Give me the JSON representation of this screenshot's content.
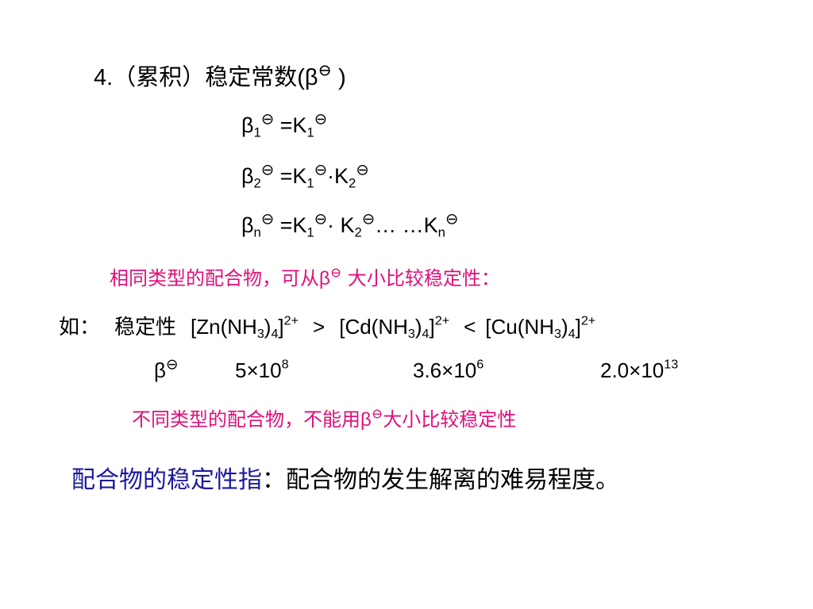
{
  "title": {
    "number": "4.",
    "cn": "（累积）稳定常数",
    "symbol_open": "(β",
    "std": "⊖",
    "symbol_close": " )"
  },
  "equations": {
    "eq1": {
      "lhs": "β",
      "lhs_sub": "1",
      "std": "⊖",
      "eq": " =K",
      "k1_sub": "1",
      "k1_std": "⊖"
    },
    "eq2": {
      "lhs": "β",
      "lhs_sub": "2",
      "std": "⊖",
      "eq": " =K",
      "k1_sub": "1",
      "k1_std": "⊖",
      "dot": "·K",
      "k2_sub": "2",
      "k2_std": "⊖"
    },
    "eq3": {
      "lhs": "β",
      "lhs_sub": "n",
      "std": "⊖",
      "eq": " =K",
      "k1_sub": "1",
      "k1_std": "⊖",
      "dot": "· K",
      "k2_sub": "2",
      "k2_std": "⊖",
      "dots": "… …K",
      "kn_sub": "n",
      "kn_std": "⊖"
    }
  },
  "note_same_type": {
    "prefix": "相同类型的配合物，可从",
    "beta": "β",
    "std": "⊖",
    "suffix": " 大小比较稳定性："
  },
  "example": {
    "prefix": "如：",
    "label": "稳定性",
    "zn": {
      "open": "[Zn(NH",
      "sub": "3",
      "close": ")",
      "sub2": "4",
      "bracket": "]",
      "charge": "2+"
    },
    "gt": ">",
    "cd": {
      "open": "[Cd(NH",
      "sub": "3",
      "close": ")",
      "sub2": "4",
      "bracket": "]",
      "charge": "2+"
    },
    "lt": "<",
    "cu": {
      "open": "[Cu(NH",
      "sub": "3",
      "close": ")",
      "sub2": "4",
      "bracket": "]",
      "charge": "2+"
    }
  },
  "beta_values": {
    "label": "β",
    "std": "⊖",
    "zn": {
      "mantissa": "5×10",
      "exp": "8"
    },
    "cd": {
      "mantissa": "3.6×10",
      "exp": "6"
    },
    "cu": {
      "mantissa": "2.0×10",
      "exp": "13"
    }
  },
  "note_diff_type": {
    "prefix": "不同类型的配合物，不能用",
    "beta": "β",
    "std": "⊖",
    "suffix": "大小比较稳定性"
  },
  "definition": {
    "term": "配合物的稳定性指",
    "colon": "：",
    "meaning": "配合物的发生解离的难易程度。"
  },
  "colors": {
    "text": "#000000",
    "highlight_pink": "#e0107a",
    "term_blue": "#1a1a9e",
    "background": "#ffffff"
  }
}
